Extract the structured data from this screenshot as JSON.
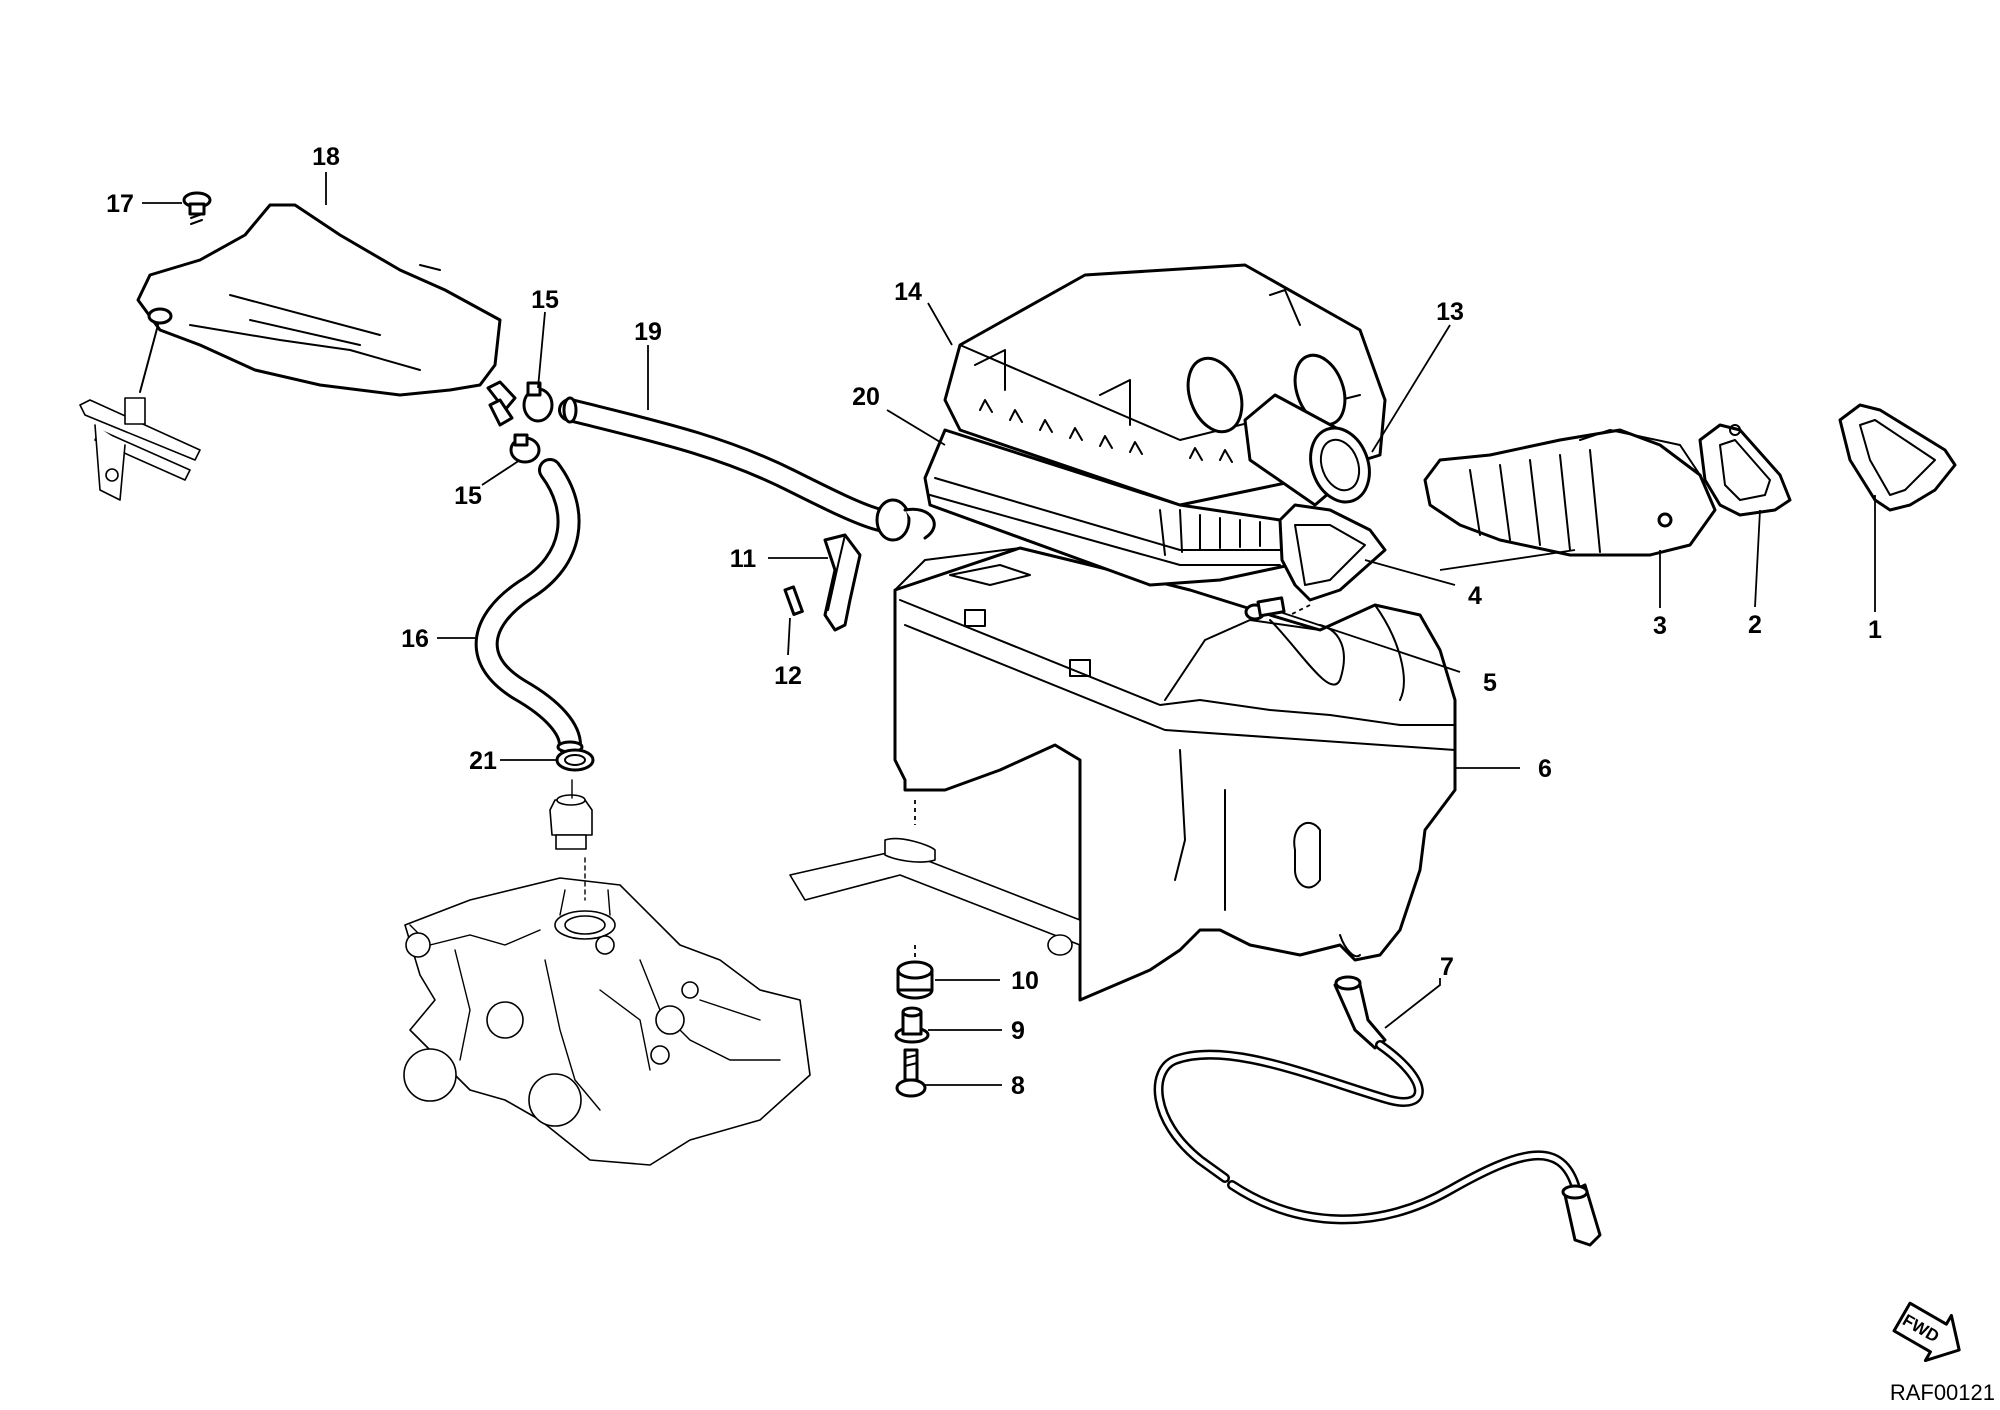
{
  "diagram": {
    "reference_code": "RAF00121",
    "fwd_badge": "FWD",
    "callouts": [
      {
        "id": "1",
        "label": "1"
      },
      {
        "id": "2",
        "label": "2"
      },
      {
        "id": "3",
        "label": "3"
      },
      {
        "id": "4",
        "label": "4"
      },
      {
        "id": "5",
        "label": "5"
      },
      {
        "id": "6",
        "label": "6"
      },
      {
        "id": "7",
        "label": "7"
      },
      {
        "id": "8",
        "label": "8"
      },
      {
        "id": "9",
        "label": "9"
      },
      {
        "id": "10",
        "label": "10"
      },
      {
        "id": "11",
        "label": "11"
      },
      {
        "id": "12",
        "label": "12"
      },
      {
        "id": "13",
        "label": "13"
      },
      {
        "id": "14",
        "label": "14"
      },
      {
        "id": "15a",
        "label": "15"
      },
      {
        "id": "15b",
        "label": "15"
      },
      {
        "id": "16",
        "label": "16"
      },
      {
        "id": "17",
        "label": "17"
      },
      {
        "id": "18",
        "label": "18"
      },
      {
        "id": "19",
        "label": "19"
      },
      {
        "id": "20",
        "label": "20"
      },
      {
        "id": "21",
        "label": "21"
      }
    ]
  }
}
